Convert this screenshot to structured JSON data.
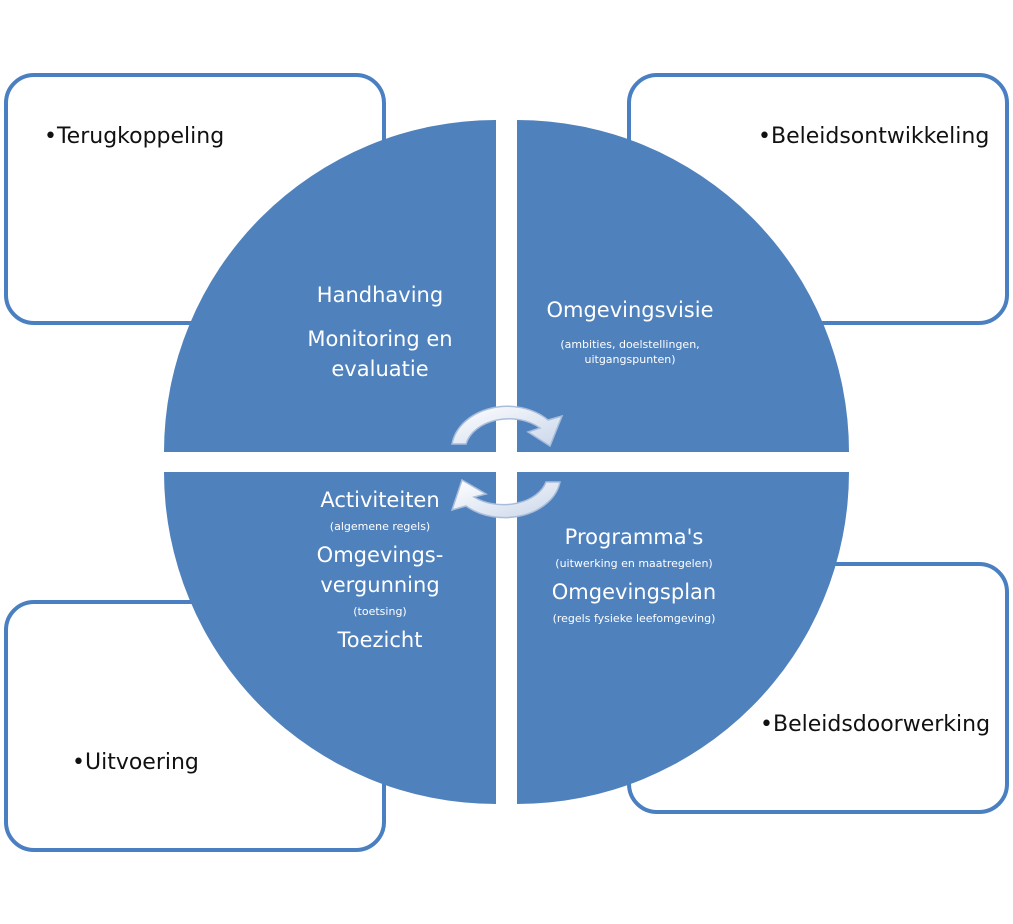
{
  "outer_boxes": {
    "top_left": "•Terugkoppeling",
    "top_right": "•Beleidsontwikkeling",
    "bottom_left": "•Uitvoering",
    "bottom_right": "•Beleidsdoorwerking"
  },
  "quadrants": {
    "top_left": {
      "line1": "Handhaving",
      "line2": "Monitoring en",
      "line3": "evaluatie"
    },
    "top_right": {
      "title": "Omgevingsvisie",
      "sub_line1": "(ambities, doelstellingen,",
      "sub_line2": "uitgangspunten)"
    },
    "bottom_left": {
      "title1": "Activiteiten",
      "sub1": "(algemene regels)",
      "title2_line1": "Omgevings-",
      "title2_line2": "vergunning",
      "sub2": "(toetsing)",
      "title3": "Toezicht"
    },
    "bottom_right": {
      "title1": "Programma's",
      "sub1": "(uitwerking en maatregelen)",
      "title2": "Omgevingsplan",
      "sub2": "(regels fysieke leefomgeving)"
    }
  },
  "colors": {
    "quadrant_fill": "#4f81bd",
    "box_border": "#4a7fc1",
    "text_light": "#ffffff",
    "text_dark": "#111111"
  },
  "icons": [
    "cycle-arrow-icon"
  ]
}
